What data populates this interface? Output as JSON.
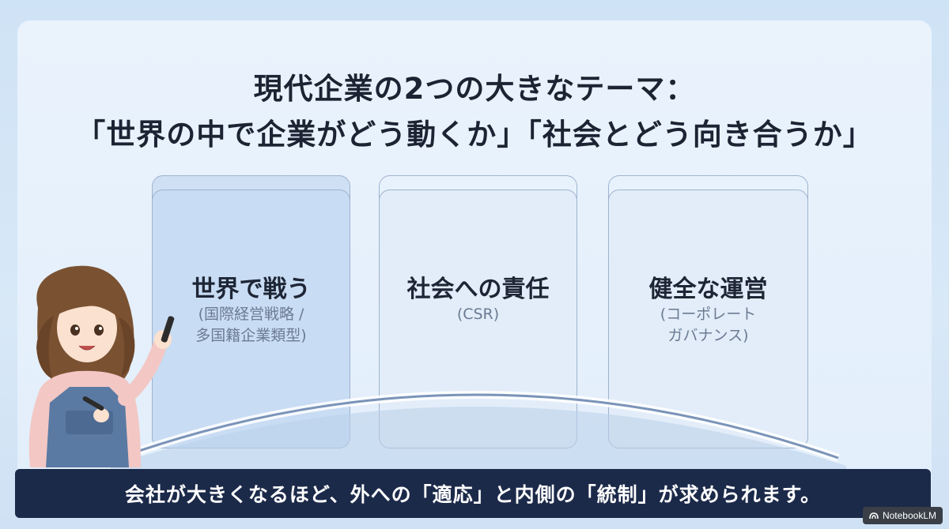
{
  "title": {
    "line1": "現代企業の2つの大きなテーマ：",
    "line2": "「世界の中で企業がどう動くか」「社会とどう向き合うか」"
  },
  "cards": [
    {
      "title": "世界で戦う",
      "sub1": "(国際経営戦略 /",
      "sub2": "多国籍企業類型)"
    },
    {
      "title": "社会への責任",
      "sub1": "(CSR)",
      "sub2": ""
    },
    {
      "title": "健全な運営",
      "sub1": "(コーポレート",
      "sub2": "ガバナンス)"
    }
  ],
  "banner": "会社が大きくなるほど、外への「適応」と内側の「統制」が求められます。",
  "brand": "NotebookLM",
  "colors": {
    "banner_bg": "#1c2a4a",
    "card_border": "#9fb3cf",
    "accent_card": "#c8dcf3"
  },
  "icons": [
    "notebooklm-logo-icon",
    "presenter-character-illustration"
  ]
}
